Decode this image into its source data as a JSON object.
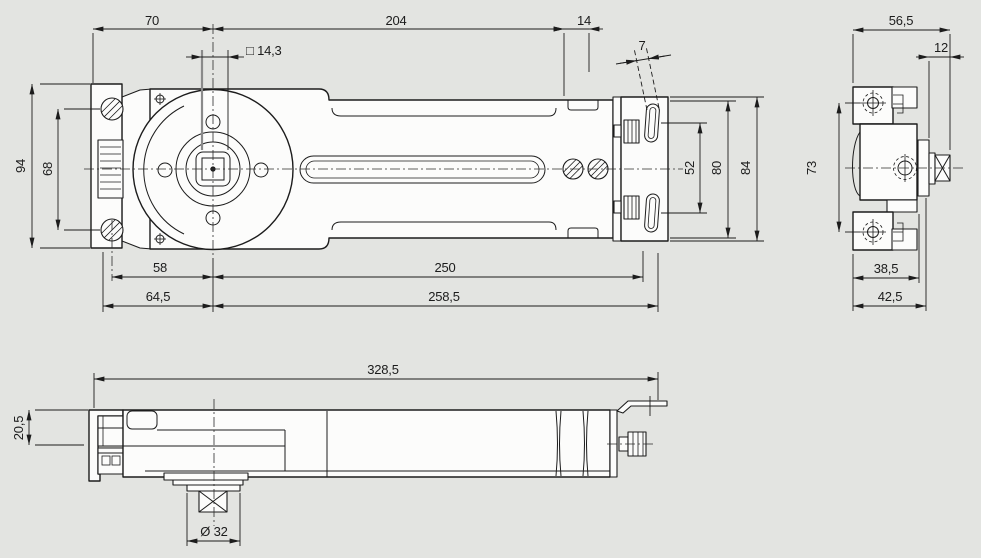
{
  "colors": {
    "background": "#e3e4e1",
    "part_fill": "#fcfcfb",
    "line": "#1c1c1c",
    "dim_text": "#1c1c1c"
  },
  "views": {
    "top": {
      "dims": {
        "w70": "70",
        "w204": "204",
        "w14": "14",
        "sq14_3": "□ 14,3",
        "slot7": "7",
        "h94": "94",
        "h68": "68",
        "w58": "58",
        "w64_5": "64,5",
        "w250": "250",
        "w258_5": "258,5",
        "h52": "52",
        "h80": "80",
        "h84": "84"
      }
    },
    "side": {
      "dims": {
        "w56_5": "56,5",
        "w12": "12",
        "h73": "73",
        "w38_5": "38,5",
        "w42_5": "42,5"
      }
    },
    "front": {
      "dims": {
        "w328_5": "328,5",
        "h20_5": "20,5",
        "dia32": "Ø 32"
      }
    }
  }
}
